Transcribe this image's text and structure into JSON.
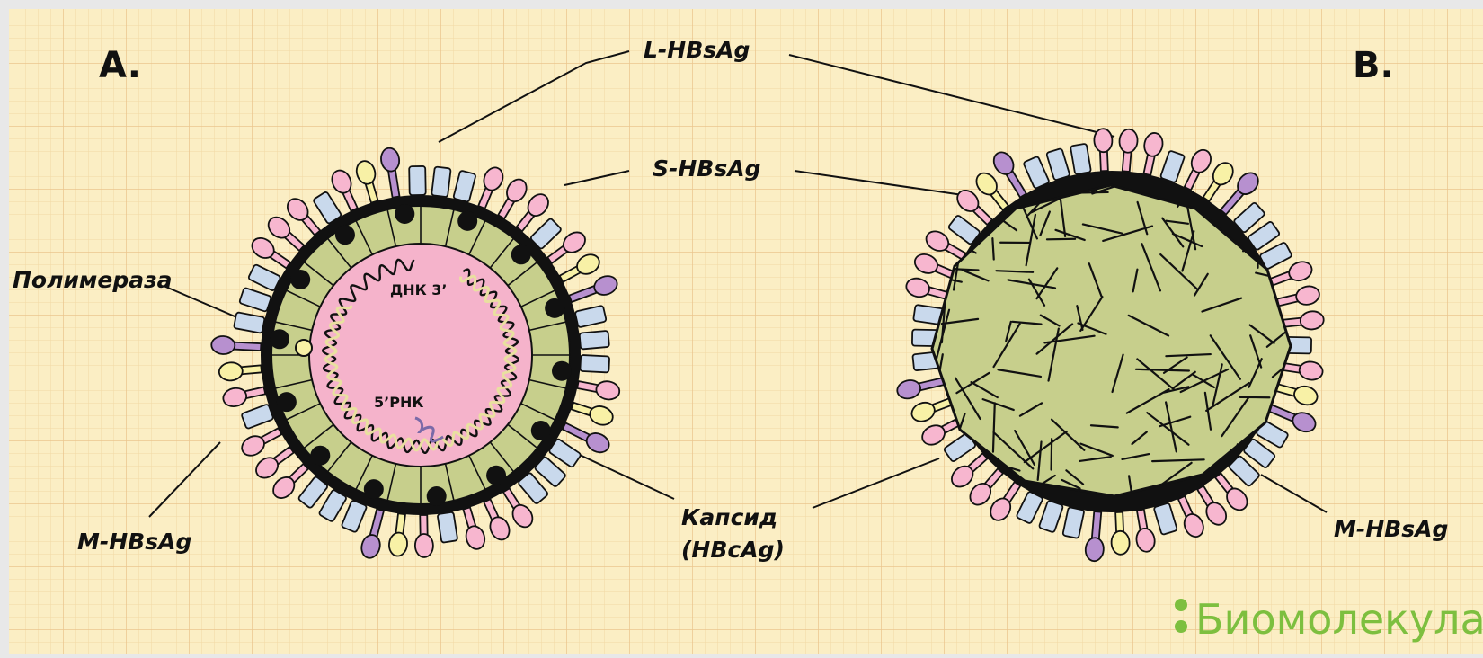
{
  "panels": {
    "left": {
      "letter": "A."
    },
    "right": {
      "letter": "B."
    }
  },
  "labels": {
    "l_hbsag": "L-HBsAg",
    "s_hbsag": "S-HBsAg",
    "polymerase": "Полимераза",
    "dna": "ДНК 3’",
    "rna": "5’РНК",
    "m_hbsag_left": "M-HBsAg",
    "m_hbsag_right": "M-HBsAg",
    "capsid_line1": "Капсид",
    "capsid_line2": "(HBcAg)"
  },
  "brand": {
    "text": "Биомолекула",
    "color": "#7dbf3f"
  },
  "colors": {
    "background": "#fbeec4",
    "grid": "#f2d8a6",
    "pink": "#f7b6cf",
    "blue": "#c9d9ec",
    "purple": "#b790cf",
    "yellow": "#f8f1a6",
    "capsid": "#c7cf8c",
    "inner": "#f5b3cb",
    "envelope": "#111111"
  }
}
